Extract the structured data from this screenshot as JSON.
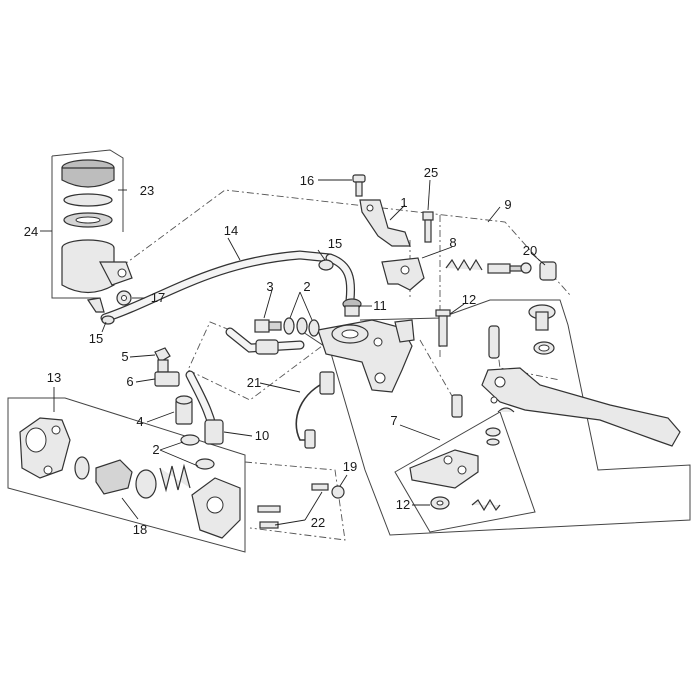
{
  "diagram": {
    "callouts": [
      {
        "id": "c1",
        "label": "1"
      },
      {
        "id": "c2a",
        "label": "2"
      },
      {
        "id": "c2b",
        "label": "2"
      },
      {
        "id": "c3",
        "label": "3"
      },
      {
        "id": "c4",
        "label": "4"
      },
      {
        "id": "c5",
        "label": "5"
      },
      {
        "id": "c6",
        "label": "6"
      },
      {
        "id": "c7",
        "label": "7"
      },
      {
        "id": "c8",
        "label": "8"
      },
      {
        "id": "c9",
        "label": "9"
      },
      {
        "id": "c10",
        "label": "10"
      },
      {
        "id": "c11",
        "label": "11"
      },
      {
        "id": "c12a",
        "label": "12"
      },
      {
        "id": "c12b",
        "label": "12"
      },
      {
        "id": "c13",
        "label": "13"
      },
      {
        "id": "c14",
        "label": "14"
      },
      {
        "id": "c15a",
        "label": "15"
      },
      {
        "id": "c15b",
        "label": "15"
      },
      {
        "id": "c16",
        "label": "16"
      },
      {
        "id": "c17",
        "label": "17"
      },
      {
        "id": "c18",
        "label": "18"
      },
      {
        "id": "c19",
        "label": "19"
      },
      {
        "id": "c20",
        "label": "20"
      },
      {
        "id": "c21",
        "label": "21"
      },
      {
        "id": "c22",
        "label": "22"
      },
      {
        "id": "c23",
        "label": "23"
      },
      {
        "id": "c24",
        "label": "24"
      },
      {
        "id": "c25",
        "label": "25"
      }
    ]
  }
}
